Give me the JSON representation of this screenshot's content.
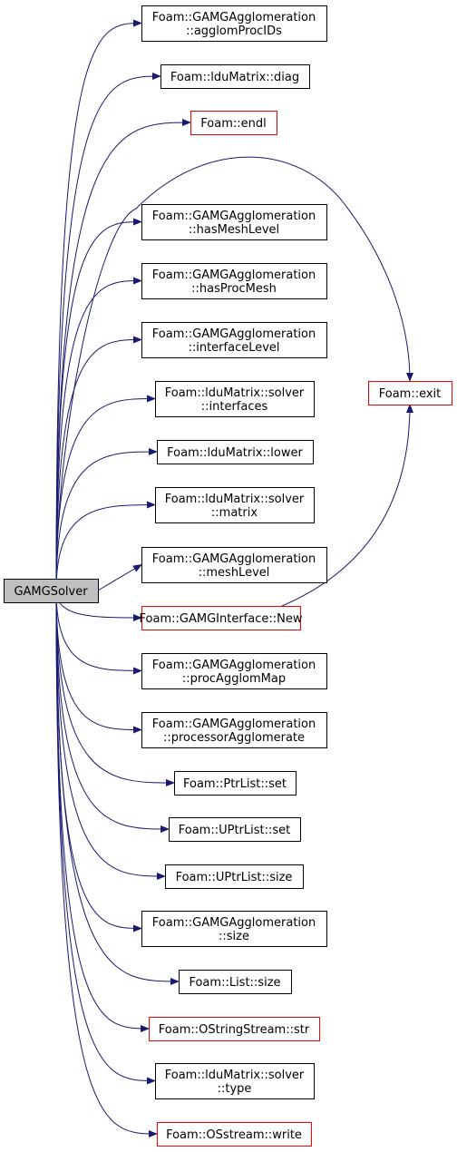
{
  "colors": {
    "edge": "#191970",
    "node_border": "#000000",
    "node_border_incomplete": "#ff0000",
    "root_fill": "#bfbfbf"
  },
  "root": {
    "id": "root",
    "lines": [
      "GAMGSolver"
    ]
  },
  "nodes": [
    {
      "id": "agglomProcIDs",
      "lines": [
        "Foam::GAMGAgglomeration",
        "::agglomProcIDs"
      ]
    },
    {
      "id": "diag",
      "lines": [
        "Foam::lduMatrix::diag"
      ]
    },
    {
      "id": "endl",
      "lines": [
        "Foam::endl"
      ],
      "incomplete": true
    },
    {
      "id": "hasMeshLevel",
      "lines": [
        "Foam::GAMGAgglomeration",
        "::hasMeshLevel"
      ]
    },
    {
      "id": "hasProcMesh",
      "lines": [
        "Foam::GAMGAgglomeration",
        "::hasProcMesh"
      ]
    },
    {
      "id": "interfaceLevel",
      "lines": [
        "Foam::GAMGAgglomeration",
        "::interfaceLevel"
      ]
    },
    {
      "id": "interfaces",
      "lines": [
        "Foam::lduMatrix::solver",
        "::interfaces"
      ]
    },
    {
      "id": "lower",
      "lines": [
        "Foam::lduMatrix::lower"
      ]
    },
    {
      "id": "matrix",
      "lines": [
        "Foam::lduMatrix::solver",
        "::matrix"
      ]
    },
    {
      "id": "meshLevel",
      "lines": [
        "Foam::GAMGAgglomeration",
        "::meshLevel"
      ]
    },
    {
      "id": "New",
      "lines": [
        "Foam::GAMGInterface::New"
      ],
      "incomplete": true
    },
    {
      "id": "procAgglomMap",
      "lines": [
        "Foam::GAMGAgglomeration",
        "::procAgglomMap"
      ]
    },
    {
      "id": "processorAgglomerate",
      "lines": [
        "Foam::GAMGAgglomeration",
        "::processorAgglomerate"
      ]
    },
    {
      "id": "ptrListSet",
      "lines": [
        "Foam::PtrList::set"
      ]
    },
    {
      "id": "uptrListSet",
      "lines": [
        "Foam::UPtrList::set"
      ]
    },
    {
      "id": "uptrListSize",
      "lines": [
        "Foam::UPtrList::size"
      ]
    },
    {
      "id": "aggSize",
      "lines": [
        "Foam::GAMGAgglomeration",
        "::size"
      ]
    },
    {
      "id": "listSize",
      "lines": [
        "Foam::List::size"
      ]
    },
    {
      "id": "str",
      "lines": [
        "Foam::OStringStream::str"
      ],
      "incomplete": true
    },
    {
      "id": "type",
      "lines": [
        "Foam::lduMatrix::solver",
        "::type"
      ]
    },
    {
      "id": "write",
      "lines": [
        "Foam::OSstream::write"
      ],
      "incomplete": true
    },
    {
      "id": "exit",
      "lines": [
        "Foam::exit"
      ],
      "incomplete": true
    }
  ],
  "edges": [
    {
      "from": "root",
      "to": "agglomProcIDs"
    },
    {
      "from": "root",
      "to": "diag"
    },
    {
      "from": "root",
      "to": "endl"
    },
    {
      "from": "root",
      "to": "exit"
    },
    {
      "from": "root",
      "to": "hasMeshLevel"
    },
    {
      "from": "root",
      "to": "hasProcMesh"
    },
    {
      "from": "root",
      "to": "interfaceLevel"
    },
    {
      "from": "root",
      "to": "interfaces"
    },
    {
      "from": "root",
      "to": "lower"
    },
    {
      "from": "root",
      "to": "matrix"
    },
    {
      "from": "root",
      "to": "meshLevel"
    },
    {
      "from": "root",
      "to": "New"
    },
    {
      "from": "root",
      "to": "procAgglomMap"
    },
    {
      "from": "root",
      "to": "processorAgglomerate"
    },
    {
      "from": "root",
      "to": "ptrListSet"
    },
    {
      "from": "root",
      "to": "uptrListSet"
    },
    {
      "from": "root",
      "to": "uptrListSize"
    },
    {
      "from": "root",
      "to": "aggSize"
    },
    {
      "from": "root",
      "to": "listSize"
    },
    {
      "from": "root",
      "to": "str"
    },
    {
      "from": "root",
      "to": "type"
    },
    {
      "from": "root",
      "to": "write"
    },
    {
      "from": "New",
      "to": "exit"
    }
  ]
}
